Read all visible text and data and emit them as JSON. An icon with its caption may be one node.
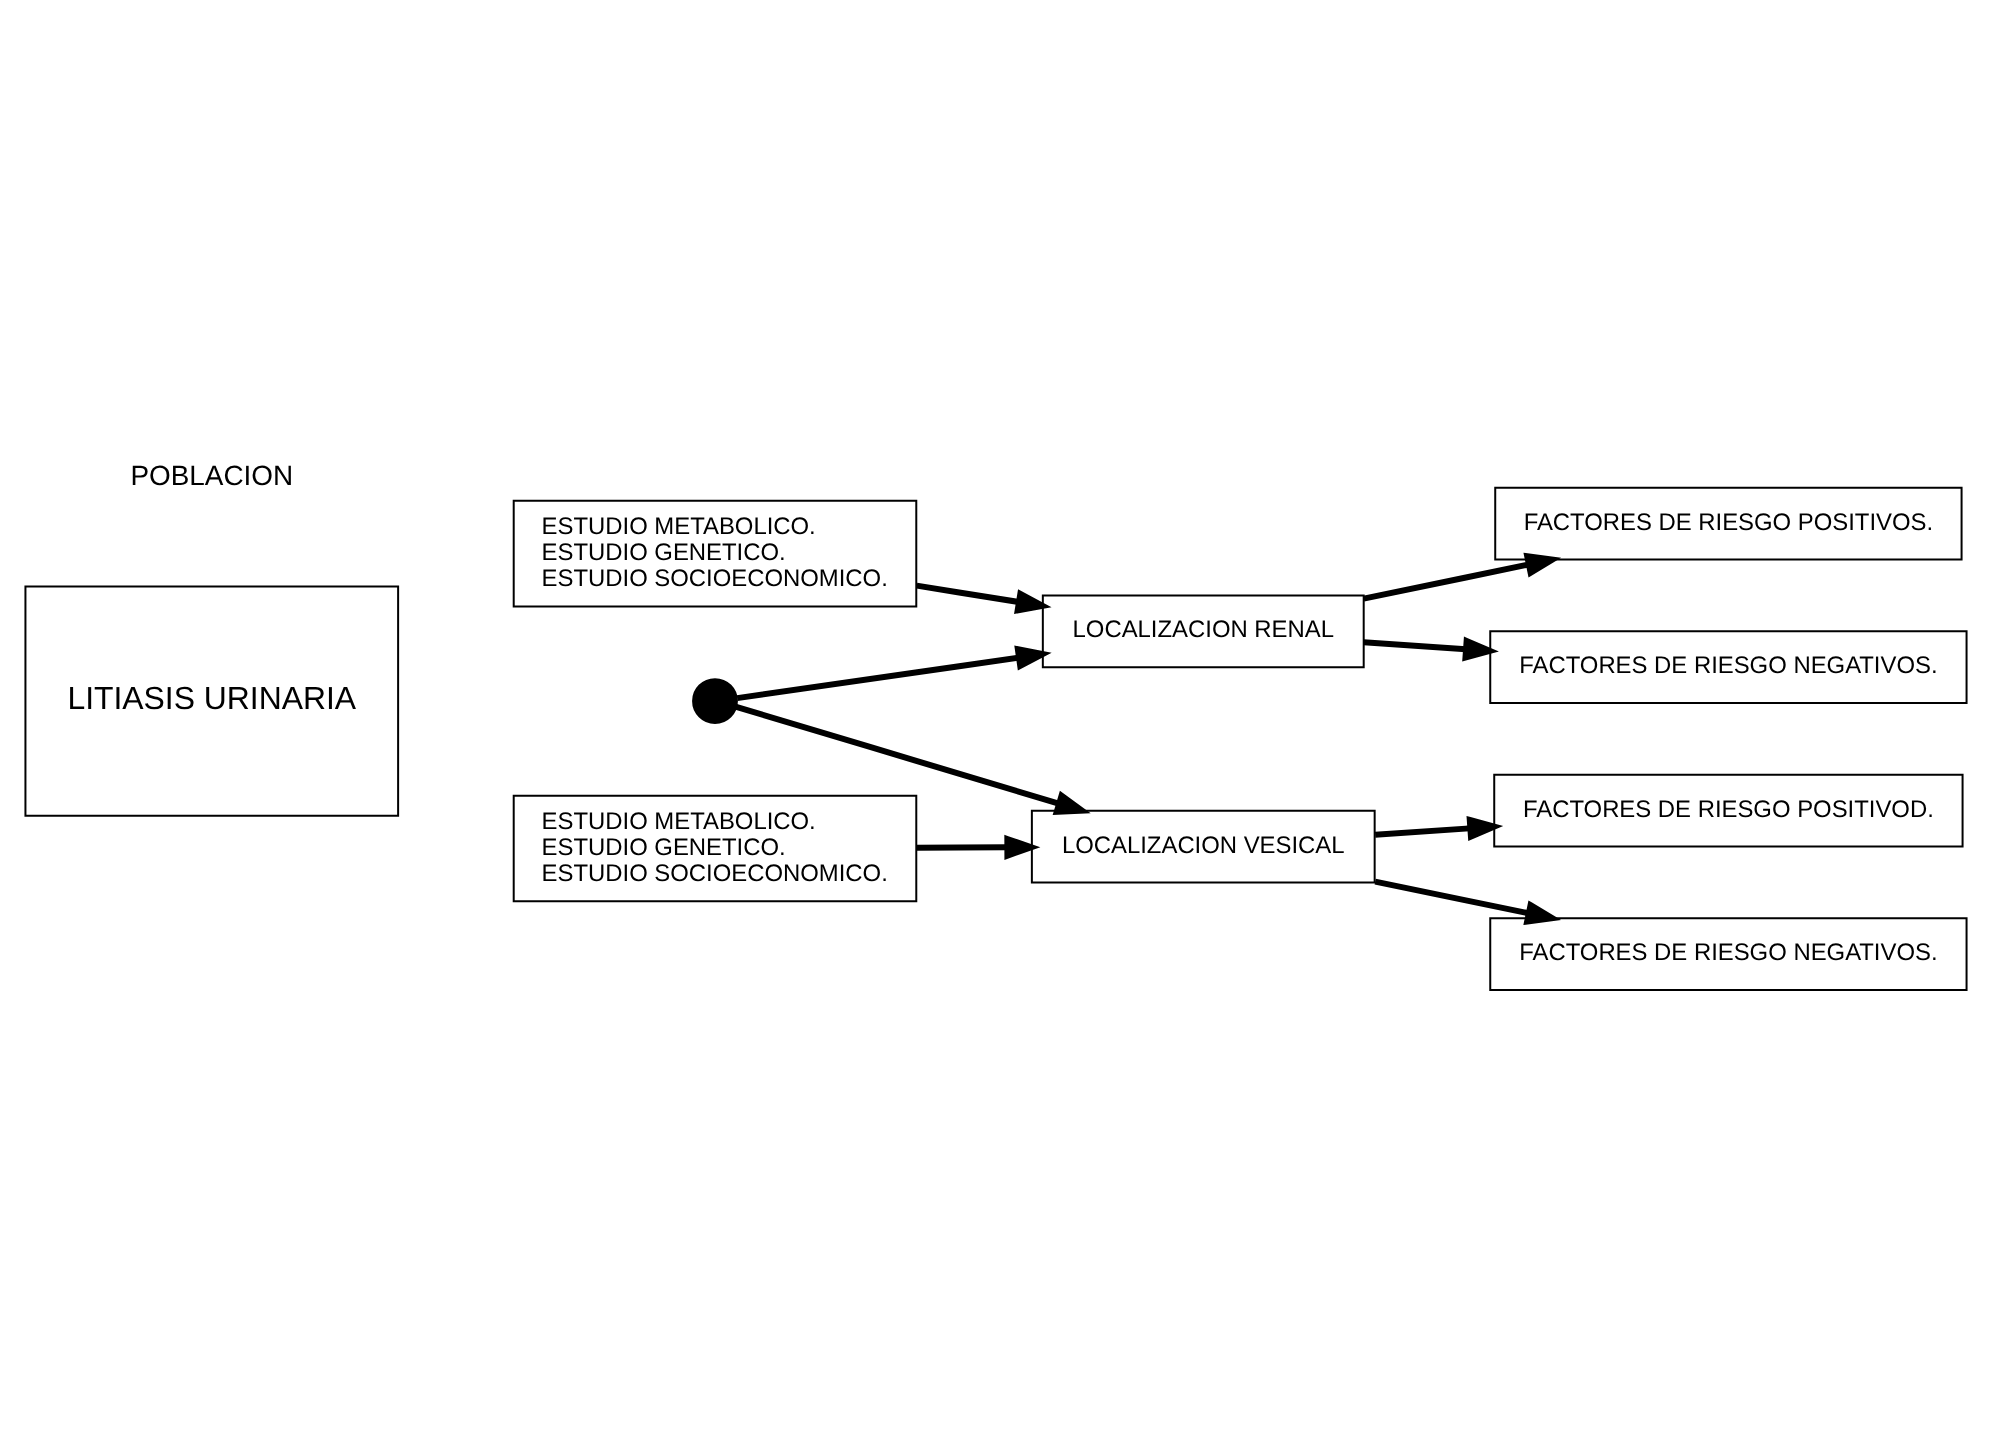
{
  "diagram": {
    "nodes": [
      {
        "text": [
          "LITIASIS URINARIA"
        ]
      },
      {
        "text": [],
        "shape": "circle"
      },
      {
        "text": [
          "ESTUDIO METABOLICO.",
          "ESTUDIO GENETICO.",
          "ESTUDIO SOCIOECONOMICO."
        ]
      },
      {
        "text": [
          "LOCALIZACION RENAL"
        ]
      },
      {
        "text": [
          "FACTORES DE RIESGO POSITIVOS."
        ]
      },
      {
        "text": [
          "FACTORES DE RIESGO NEGATIVOS."
        ]
      },
      {
        "text": [
          "ESTUDIO METABOLICO.",
          "ESTUDIO GENETICO.",
          "ESTUDIO SOCIOECONOMICO."
        ]
      },
      {
        "text": [
          "LOCALIZACION VESICAL"
        ]
      },
      {
        "text": [
          "FACTORES DE RIESGO POSITIVOD."
        ]
      },
      {
        "text": [
          "FACTORES DE RIESGO NEGATIVOS."
        ]
      }
    ],
    "edges": [
      {
        "from": 1,
        "to": 3,
        "arrow": "to"
      },
      {
        "from": 1,
        "to": 7,
        "arrow": "to"
      },
      {
        "from": 2,
        "to": 3,
        "arrow": "to"
      },
      {
        "from": 3,
        "to": 4,
        "arrow": "to"
      },
      {
        "from": 3,
        "to": 5,
        "arrow": "to"
      },
      {
        "from": 6,
        "to": 7,
        "arrow": "to"
      },
      {
        "from": 7,
        "to": 8,
        "arrow": "to"
      },
      {
        "from": 7,
        "to": 9,
        "arrow": "to"
      }
    ],
    "labels": [
      "POBLACION"
    ]
  }
}
